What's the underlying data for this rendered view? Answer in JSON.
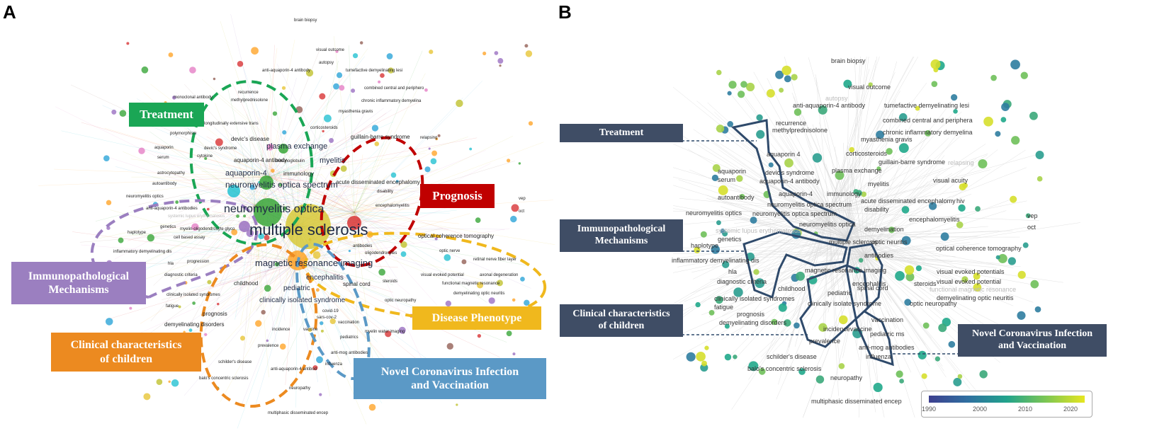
{
  "panelA": {
    "letter": "A",
    "clusters": [
      {
        "label": "Treatment",
        "color": "#1aa655"
      },
      {
        "label": "Prognosis",
        "color": "#c00000"
      },
      {
        "label": "Immunopathological\nMechanisms",
        "color": "#9b7fc0"
      },
      {
        "label": "Disease Phenotype",
        "color": "#f0b81d"
      },
      {
        "label": "Clinical characteristics\nof children",
        "color": "#ec8a20"
      },
      {
        "label": "Novel Coronavirus Infection\nand Vaccination",
        "color": "#5b99c6"
      }
    ],
    "terms": {
      "multiple_sclerosis": "multiple sclerosis",
      "neuromyelitis_optica": "neuromyelitis optica",
      "magnetic_resonance_imaging": "magnetic resonance imaging",
      "neuromyelitis_optica_spectrum": "neuromyelitis optica spectrum",
      "aquaporin_4": "aquaporin-4",
      "plasma_exchange": "plasma exchange",
      "myelitis": "myelitis",
      "encephalitis": "encephalitis",
      "pediatric": "pediatric",
      "clinically_isolated_syndrome": "clinically isolated syndrome",
      "optical_coherence_tomography": "optical coherence tomography",
      "acute_disseminated_encephalomy": "acute disseminated encephalomy",
      "brain_biopsy": "brain biopsy",
      "visual_outcome": "visual outcome",
      "anti_aquaporin_4_antibody": "anti-aquaporin-4 antibody",
      "tumefactive": "tumefactive demyelinating lesi",
      "combined_central": "combined central and periphero",
      "chronic_inflammatory": "chronic inflammatory demyelina",
      "myasthenia_gravis": "myasthenia gravis",
      "guillain_barre": "guillain-barre syndrome",
      "monoclonal_antibody": "monoclonal antibody",
      "methylprednisolone": "methylprednisolone",
      "corticosteroids": "corticosteroids",
      "polymorphism": "polymorphism",
      "aquaporin": "aquaporin",
      "serum": "serum",
      "devics_disease": "devic's disease",
      "devics_syndrome": "devic's syndrome",
      "cytokine": "cytokine",
      "aquaporin_4_antibody": "aquaporin-4 antibody",
      "immunology": "immunology",
      "autoantibody": "autoantibody",
      "neuromyelitis_optics": "neuromyelitis optics",
      "genetics": "genetics",
      "haplotype": "haplotype",
      "cell_based_assay": "cell based assay",
      "inflammatory_demyelinating_dis": "inflammatory demyelinating dis",
      "hla": "hla",
      "diagnostic_criteria": "diagnostic criteria",
      "fatigue": "fatigue",
      "prognosis": "prognosis",
      "childhood": "childhood",
      "demyelinating_disorders": "demyelinating disorders",
      "incidence": "incidence",
      "vaccine": "vaccine",
      "prevalence": "prevalence",
      "schilders_disease": "schilder's disease",
      "balos_concentric_sclerosis": "balo's concentric sclerosis",
      "neuropathy": "neuropathy",
      "multiphasic": "multiphasic disseminated encep",
      "spinal_cord": "spinal cord",
      "oligodendrocytes": "oligodendrocytes",
      "optic_nerve": "optic nerve",
      "visual_evoked_potential": "visual evoked potential",
      "axonal_degeneration": "axonal degeneration",
      "functional_magnetic_resonance": "functional magnetic resonance",
      "demyelinating_optic_neuritis": "demyelinating optic neuritis",
      "optic_neuropathy": "optic neuropathy",
      "vaccination": "vaccination",
      "pediatrics": "pediatrics",
      "myelin_water_imaging": "myelin water imaging",
      "anti_mog_antibodies": "anti-mog antibodies",
      "influenza": "influenza",
      "retinal_nerve_fiber_layer": "retinal nerve fiber layer",
      "vep": "vep",
      "oct": "oct",
      "encephalomyelitis": "encephalomyelitis",
      "disability": "disability",
      "antibodies": "antibodies",
      "steroids": "steroids",
      "covid_19": "covid-19",
      "sars_cov_2": "sars-cov-2",
      "relapsing": "relapsing",
      "recurrence": "recurrence",
      "autopsy": "autopsy",
      "longitudinally": "longitudinally extensive trans",
      "anti_aquaporin_4_antibod": "anti-aquaporin-4 antibod",
      "clinically_isolated_syndromes": "clinically isolated syndromes",
      "myelin_oligodendrocyte": "myelin-oligodendrocyte glyco",
      "systemic_lupus": "systemic lupus erythematosus",
      "astrocytopathy": "astrocytopathy",
      "anti_aquaporin_4_antibodies": "anti-aquaporin-4 antibodies",
      "progression": "progression",
      "immunoglobulin": "immunoglobulin"
    }
  },
  "panelB": {
    "letter": "B",
    "clusters": [
      {
        "label": "Treatment"
      },
      {
        "label": "Immunopathological\nMechanisms"
      },
      {
        "label": "Clinical characteristics\nof children"
      },
      {
        "label": "Novel Coronavirus Infection\nand Vaccination"
      }
    ],
    "box_color": "#3f4d65",
    "terms": {
      "brain_biopsy": "brain biopsy",
      "visual_outcome": "visual outcome",
      "autopsy": "autopsy",
      "anti_aquaporin_4_antibody": "anti-aquaporin-4 antibody",
      "tumefactive": "tumefactive demyelinating lesi",
      "combined_central": "combined central and periphera",
      "chronic_inflammatory": "chronic inflammatory demyelina",
      "recurrence": "recurrence",
      "methylprednisolone": "methylprednisolone",
      "myasthenia_gravis": "myasthenia gravis",
      "corticosteroids": "corticosteroids",
      "guillain_barre": "guillain-barre syndrome",
      "relapsing": "relapsing",
      "aquaporin_4": "aquaporin 4",
      "aquaporin": "aquaporin",
      "serum": "serum",
      "devics_syndrome": "devic's syndrome",
      "plasma_exchange": "plasma exchange",
      "aquaporin_4_antibody": "aquaporin-4 antibody",
      "myelitis": "myelitis",
      "visual_acuity": "visual acuity",
      "hiv": "hiv",
      "autoantibody": "autoantibody",
      "aquaporin_4b": "aquaporin-4",
      "immunology": "immunology",
      "acute_disseminated": "acute disseminated encephalomy",
      "neuromyelitis_optica_spectrum": "neuromyelitis optica spectrum",
      "disability": "disability",
      "neuromyelitis_optics": "neuromyelitis optics",
      "encephalomyelitis": "encephalomyelitis",
      "vep": "vep",
      "oct": "oct",
      "neuromyelitis_optica": "neuromyelitis optica",
      "demyelination": "demyelination",
      "systemic_lupus": "systemic lupus erythematosus",
      "genetics": "genetics",
      "multiple_sclerosis": "multiple sclerosis",
      "optic_neuritis": "optic neuritis",
      "haplotype": "haplotype",
      "antibodies": "antibodies",
      "optical_coherence_tomography": "optical coherence tomography",
      "inflammatory_demyelinating_dis": "inflammatory demyelinating dis",
      "magnetic_resonance_imaging": "magnetic resonance imaging",
      "hla": "hla",
      "visual_evoked_potentials": "visual evoked potentials",
      "diagnostic_criteria": "diagnostic criteria",
      "encephalitis": "encephalitis",
      "steroids": "steroids",
      "visual_evoked_potential": "visual evoked potential",
      "childhood": "childhood",
      "pediatric": "pediatric",
      "spinal_cord": "spinal cord",
      "functional_magnetic_resonance": "functional magnetic resonance",
      "demyelinating_optic_neuritis": "demyelinating optic neuritis",
      "clinically_isolated_syndromes": "clinically isolated syndromes",
      "fatigue": "fatigue",
      "clinically_isolate_syndrome": "clinically isolate syndrome",
      "prognosis": "prognosis",
      "optic_neuropathy": "optic neuropathy",
      "demyelinating_disorders": "demyelinating disorders",
      "vaccination": "vaccination",
      "incidence": "incidence",
      "vaccine": "vaccine",
      "pediatric_ms": "pediatric ms",
      "prevalence": "prevalence",
      "anti_mog_antibodies": "anti-mog antibodies",
      "schilders_disease": "schilder's disease",
      "influenza": "influenza",
      "balos_concentric_sclerosis": "balo's concentric sclerosis",
      "neuropathy": "neuropathy",
      "multiphasic": "multiphasic disseminated encep"
    },
    "colorbar": {
      "ticks": [
        "1990",
        "2000",
        "2010",
        "2020"
      ],
      "colors": [
        "#3d3f8f",
        "#2f6fa0",
        "#21a38c",
        "#7cc653",
        "#e6e620"
      ]
    }
  }
}
